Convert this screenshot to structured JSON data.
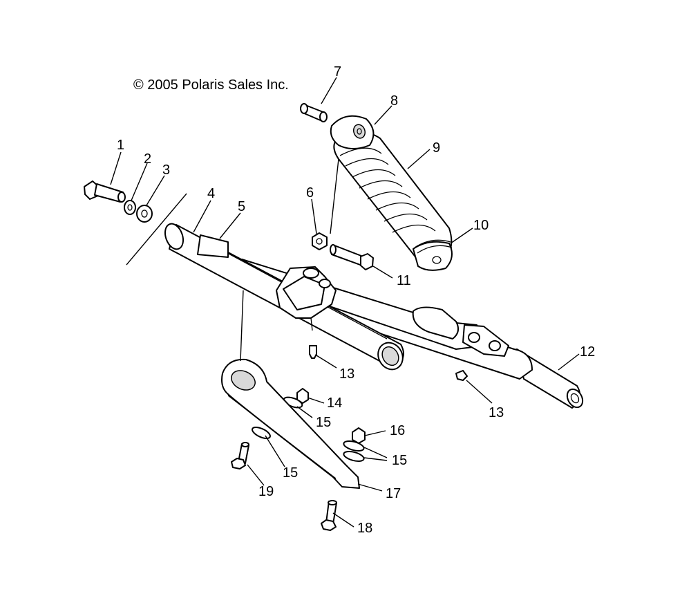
{
  "copyright": "© 2005 Polaris Sales Inc.",
  "callouts": {
    "c1": "1",
    "c2": "2",
    "c3": "3",
    "c4": "4",
    "c5": "5",
    "c6": "6",
    "c7": "7",
    "c8": "8",
    "c9": "9",
    "c10": "10",
    "c11": "11",
    "c12": "12",
    "c13a": "13",
    "c13b": "13",
    "c14": "14",
    "c15a": "15",
    "c15b": "15",
    "c15c": "15",
    "c16": "16",
    "c17": "17",
    "c18": "18",
    "c19": "19"
  }
}
